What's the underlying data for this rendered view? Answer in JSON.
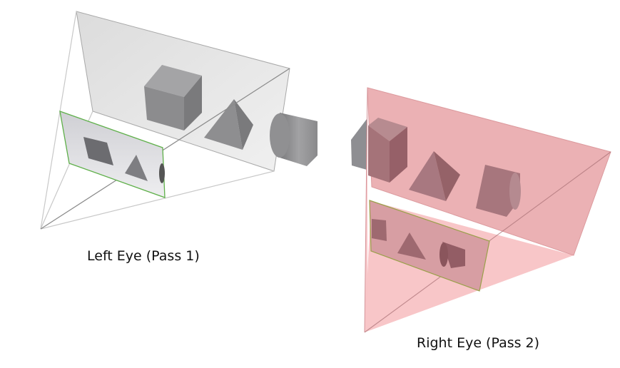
{
  "labels": {
    "left": "Left Eye (Pass 1)",
    "right": "Right Eye (Pass 2)"
  },
  "colors": {
    "left_plane": "#e2e2e2",
    "right_plane": "#e9a5a8",
    "object": "#8a8a8c",
    "near_plane_border": "#5fb04a",
    "right_near_border": "#9aa04a",
    "frustum_line": "#c8c8c8"
  },
  "objects": [
    "cube",
    "pyramid",
    "cylinder"
  ]
}
